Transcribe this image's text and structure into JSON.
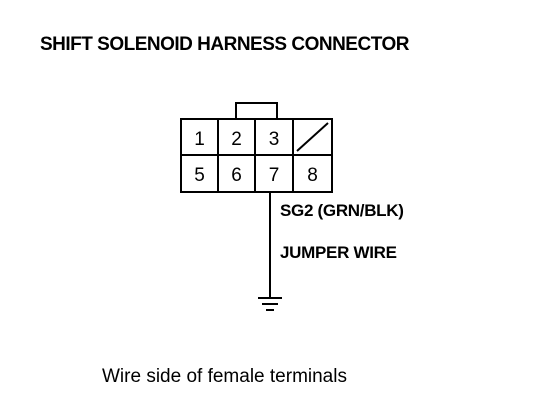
{
  "title": "SHIFT SOLENOID HARNESS CONNECTOR",
  "connector": {
    "top_row": [
      "1",
      "2",
      "3",
      ""
    ],
    "bottom_row": [
      "5",
      "6",
      "7",
      "8"
    ],
    "blank_cavity": "slash-mark-icon"
  },
  "wire": {
    "terminal": "7",
    "label": "SG2 (GRN/BLK)",
    "jumper_label": "JUMPER WIRE",
    "end_symbol": "ground-symbol-icon"
  },
  "caption": "Wire side of female terminals"
}
